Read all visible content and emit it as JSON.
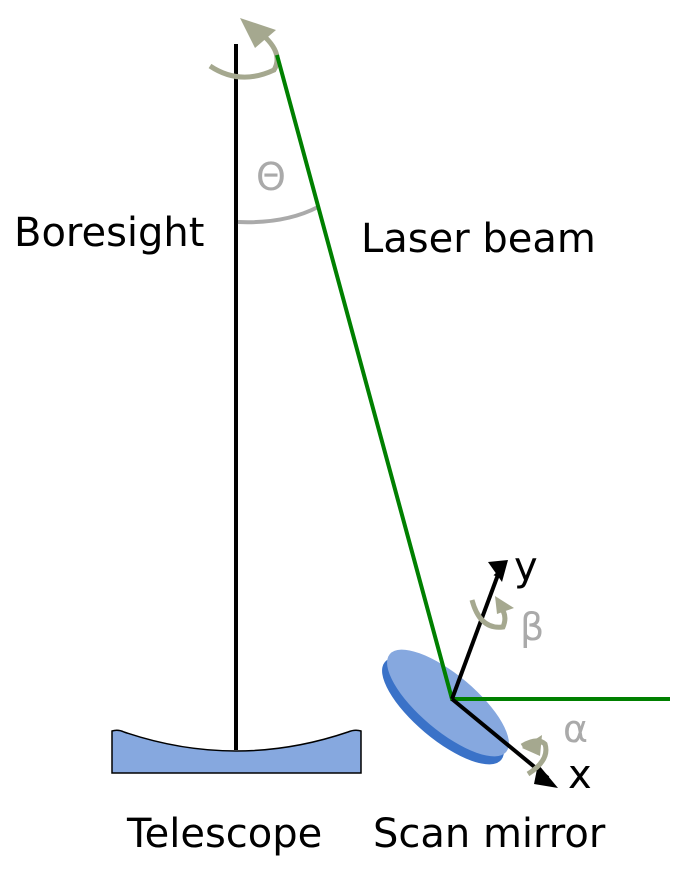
{
  "labels": {
    "boresight": "Boresight",
    "laser_beam": "Laser beam",
    "telescope": "Telescope",
    "scan_mirror": "Scan mirror",
    "theta": "Θ",
    "alpha": "α",
    "beta": "β",
    "axis_x": "x",
    "axis_y": "y"
  },
  "colors": {
    "beam": "#008000",
    "mirror_face": "#86a8df",
    "mirror_edge": "#3a72c8",
    "rotation_arrow": "#a5a88f",
    "angle_arc": "#aaaaaa"
  }
}
